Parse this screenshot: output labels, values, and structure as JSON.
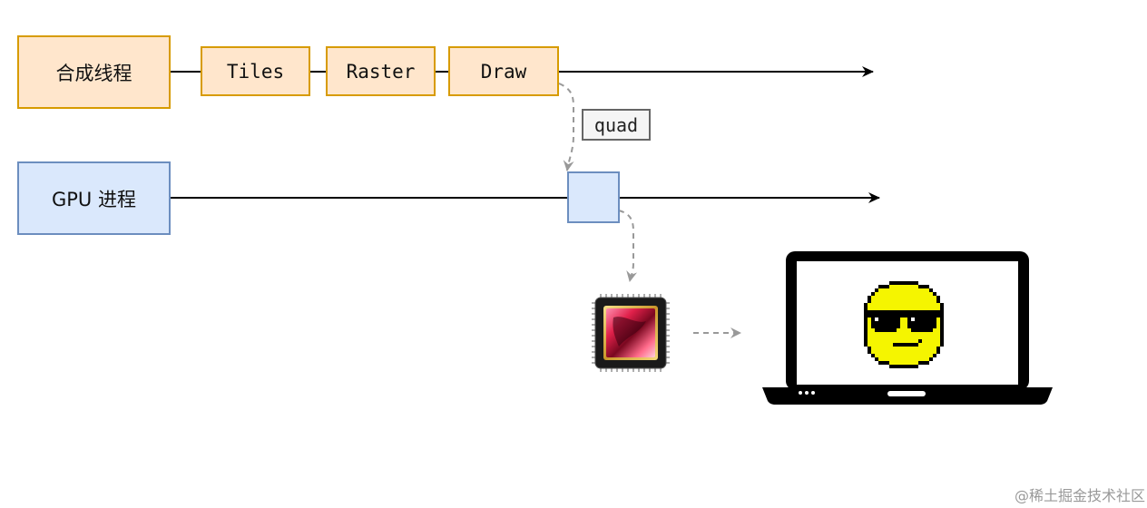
{
  "compositor": {
    "label": "合成线程"
  },
  "steps": [
    {
      "label": "Tiles"
    },
    {
      "label": "Raster"
    },
    {
      "label": "Draw"
    }
  ],
  "gpu": {
    "label": "GPU 进程"
  },
  "edge_label": "quad",
  "watermark": "@稀土掘金技术社区",
  "icons": {
    "chip": "gpu-chip-icon",
    "laptop": "laptop-icon",
    "face": "sunglasses-smiley-icon"
  },
  "colors": {
    "orange_fill": "#ffe6cc",
    "orange_stroke": "#d79b00",
    "blue_fill": "#dae8fc",
    "blue_stroke": "#6c8ebf",
    "dashed": "#999999",
    "face": "#f5f500"
  }
}
